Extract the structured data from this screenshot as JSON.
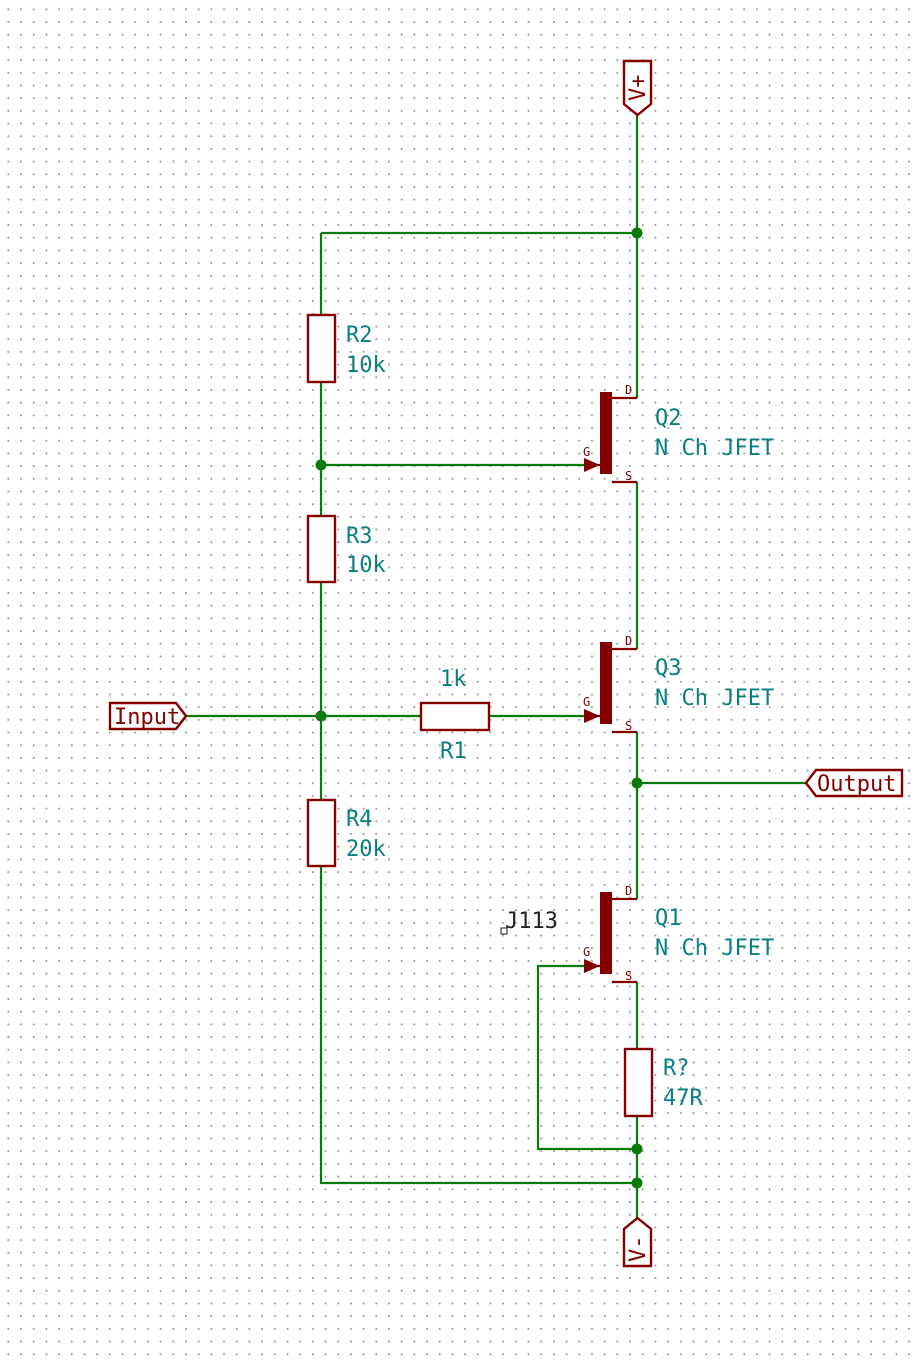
{
  "power": {
    "vplus": "V+",
    "vminus": "V-"
  },
  "labels": {
    "input": "Input",
    "output": "Output"
  },
  "resistors": [
    {
      "ref": "R2",
      "value": "10k"
    },
    {
      "ref": "R3",
      "value": "10k"
    },
    {
      "ref": "R1",
      "value": "1k"
    },
    {
      "ref": "R4",
      "value": "20k"
    },
    {
      "ref": "R?",
      "value": "47R"
    }
  ],
  "transistors": [
    {
      "ref": "Q2",
      "value": "N Ch JFET"
    },
    {
      "ref": "Q3",
      "value": "N Ch JFET"
    },
    {
      "ref": "Q1",
      "value": "N Ch JFET"
    }
  ],
  "pins": {
    "drain": "D",
    "gate": "G",
    "source": "S"
  },
  "note": "J113",
  "colors": {
    "wire": "#0a7a0a",
    "component": "#840000",
    "reference_text": "#0a7f7f"
  }
}
